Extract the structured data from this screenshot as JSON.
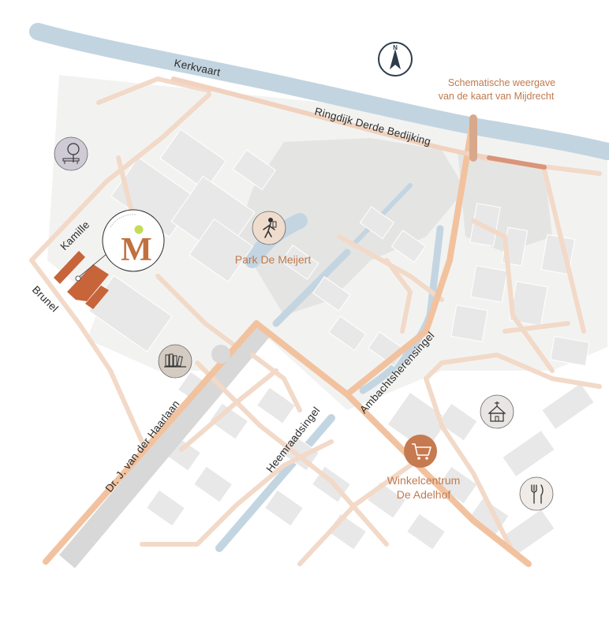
{
  "map": {
    "note_line1": "Schematische weergave",
    "note_line2": "van de kaart van Mijdrecht",
    "compass_letter": "N",
    "compass_icon": "north-arrow-icon",
    "brand_letter": "M",
    "colors": {
      "water": "#c2d4e0",
      "main_road": "#f2c29f",
      "road": "#f2d9c8",
      "building": "#e9e9e9",
      "green": "#f1f3f0",
      "accent": "#c07a4e",
      "brick": "#c8643a"
    },
    "streets": {
      "kerkvaart": "Kerkvaart",
      "ringdijk": "Ringdijk Derde Bedijking",
      "kamille": "Kamille",
      "brunel": "Brunel",
      "haarlaan": "Dr. J. van der Haarlaan",
      "heemraadsingel": "Heemraadsingel",
      "ambachtsherensingel": "Ambachtsherensingel"
    },
    "pois": {
      "park": "Park De Meijert",
      "shopping_line1": "Winkelcentrum",
      "shopping_line2": "De Adelhof"
    },
    "icons": {
      "tree": "tree-bench-icon",
      "hiker": "hiker-icon",
      "library": "books-icon",
      "church": "church-icon",
      "cart": "shopping-cart-icon",
      "restaurant": "fork-knife-icon"
    }
  }
}
